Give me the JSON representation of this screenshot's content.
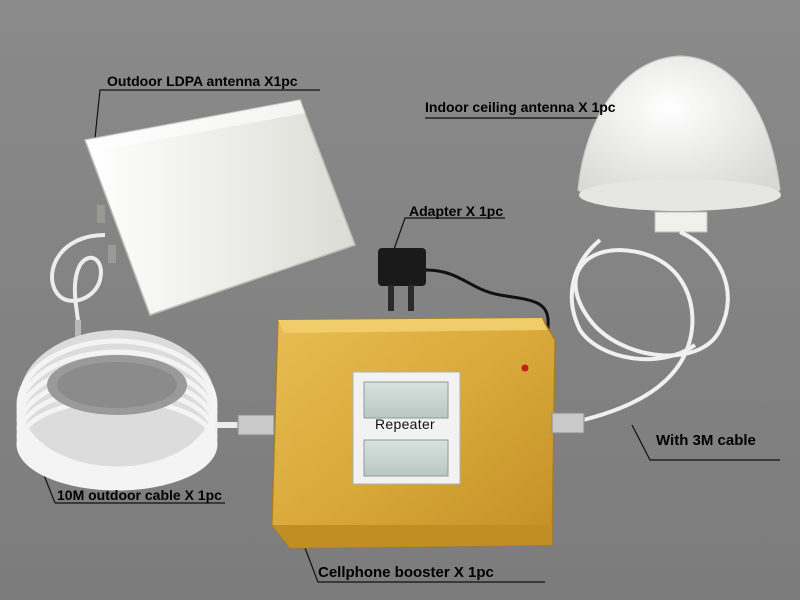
{
  "labels": {
    "outdoor_antenna": "Outdoor LDPA antenna X1pc",
    "indoor_antenna": "Indoor ceiling antenna X 1pc",
    "adapter": "Adapter  X 1pc",
    "with_cable": "With 3M cable",
    "outdoor_cable": "10M outdoor cable X 1pc",
    "booster": "Cellphone booster X 1pc"
  },
  "repeater": {
    "display_text": "Repeater"
  },
  "colors": {
    "background": "#808080",
    "booster_gold": "#d9a93a",
    "antenna_white": "#f2f2ee",
    "cable_white": "#e8e8e8",
    "adapter_black": "#1a1a1a",
    "lcd_screen": "#c9d6d3"
  }
}
